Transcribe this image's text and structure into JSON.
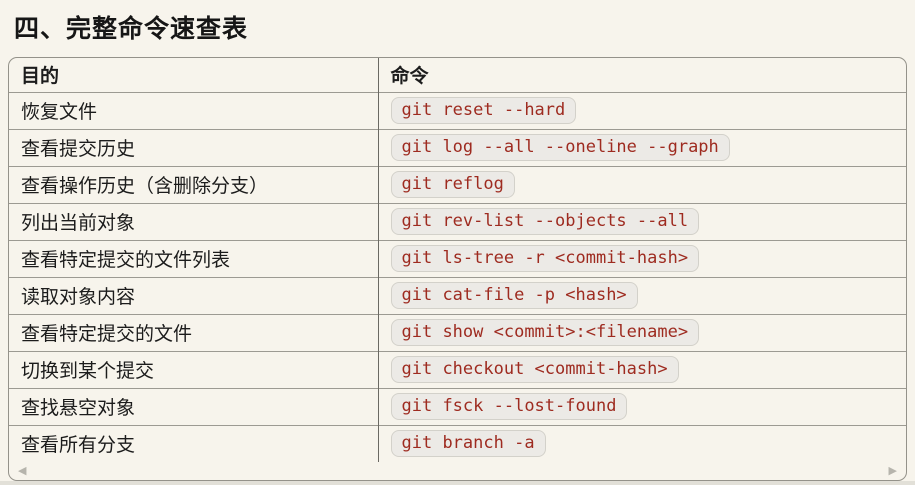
{
  "page": {
    "title": "四、完整命令速查表"
  },
  "table": {
    "headers": [
      "目的",
      "命令"
    ],
    "rows": [
      {
        "purpose": "恢复文件",
        "command": "git reset --hard"
      },
      {
        "purpose": "查看提交历史",
        "command": "git log --all --oneline --graph"
      },
      {
        "purpose": "查看操作历史（含删除分支）",
        "command": "git reflog"
      },
      {
        "purpose": "列出当前对象",
        "command": "git rev-list --objects --all"
      },
      {
        "purpose": "查看特定提交的文件列表",
        "command": "git ls-tree -r <commit-hash>"
      },
      {
        "purpose": "读取对象内容",
        "command": "git cat-file -p <hash>"
      },
      {
        "purpose": "查看特定提交的文件",
        "command": "git show <commit>:<filename>"
      },
      {
        "purpose": "切换到某个提交",
        "command": "git checkout <commit-hash>"
      },
      {
        "purpose": "查找悬空对象",
        "command": "git fsck --lost-found"
      },
      {
        "purpose": "查看所有分支",
        "command": "git branch -a"
      }
    ]
  },
  "icons": {
    "scroll_left": "◀",
    "scroll_right": "▶"
  },
  "colors": {
    "page_bg": "#f7f4ec",
    "command_text": "#9e2b20",
    "chip_bg": "#eceae6",
    "chip_border": "#d3d1ca",
    "table_border": "#94928a"
  }
}
